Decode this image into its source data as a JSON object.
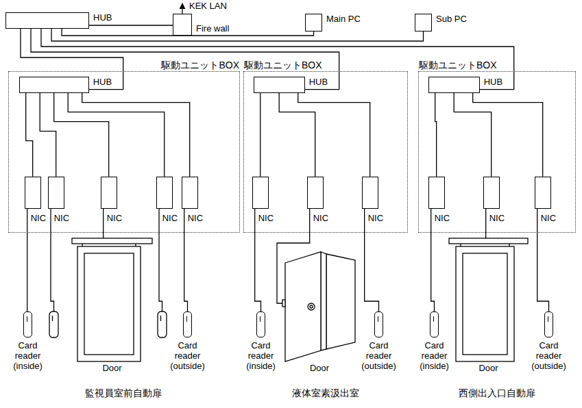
{
  "diagram": {
    "nodes": [
      {
        "text": [
          "HUB"
        ]
      },
      {
        "text": [
          "Fire wall"
        ]
      },
      {
        "text": [
          "Main PC"
        ]
      },
      {
        "text": [
          "Sub PC"
        ]
      },
      {
        "text": [
          "駆動ユニットBOX"
        ]
      },
      {
        "text": [
          "HUB"
        ],
        "in": 4
      },
      {
        "text": [
          "NIC"
        ],
        "in": 4
      },
      {
        "text": [
          "NIC"
        ],
        "in": 4
      },
      {
        "text": [
          "NIC"
        ],
        "in": 4
      },
      {
        "text": [
          "NIC"
        ],
        "in": 4
      },
      {
        "text": [
          "NIC"
        ],
        "in": 4
      },
      {
        "text": [
          "Card reader (inside)"
        ]
      },
      {
        "text": [
          "Door"
        ]
      },
      {
        "text": [
          "Card reader (outside)"
        ]
      },
      {
        "text": [
          "駆動ユニットBOX"
        ]
      },
      {
        "text": [
          "HUB"
        ],
        "in": 14
      },
      {
        "text": [
          "NIC"
        ],
        "in": 14
      },
      {
        "text": [
          "NIC"
        ],
        "in": 14
      },
      {
        "text": [
          "NIC"
        ],
        "in": 14
      },
      {
        "text": [
          "Card reader (inside)"
        ]
      },
      {
        "text": [
          "Door"
        ]
      },
      {
        "text": [
          "Card reader (outside)"
        ]
      },
      {
        "text": [
          "駆動ユニットBOX"
        ]
      },
      {
        "text": [
          "HUB"
        ],
        "in": 22
      },
      {
        "text": [
          "NIC"
        ],
        "in": 22
      },
      {
        "text": [
          "NIC"
        ],
        "in": 22
      },
      {
        "text": [
          "NIC"
        ],
        "in": 22
      },
      {
        "text": [
          "Card reader (inside)"
        ]
      },
      {
        "text": [
          "Door"
        ]
      },
      {
        "text": [
          "Card reader (outside)"
        ]
      }
    ],
    "edges": [
      {
        "from": 0,
        "to": 1,
        "arrow": "none"
      },
      {
        "from": 0,
        "to": 2,
        "arrow": "none"
      },
      {
        "from": 0,
        "to": 3,
        "arrow": "none"
      },
      {
        "from": 0,
        "to": 5,
        "arrow": "none"
      },
      {
        "from": 0,
        "to": 15,
        "arrow": "none"
      },
      {
        "from": 0,
        "to": 23,
        "arrow": "none"
      },
      {
        "from": 5,
        "to": 6,
        "arrow": "none"
      },
      {
        "from": 5,
        "to": 7,
        "arrow": "none"
      },
      {
        "from": 5,
        "to": 8,
        "arrow": "none"
      },
      {
        "from": 5,
        "to": 9,
        "arrow": "none"
      },
      {
        "from": 5,
        "to": 10,
        "arrow": "none"
      },
      {
        "from": 6,
        "to": 11,
        "arrow": "none"
      },
      {
        "from": 8,
        "to": 12,
        "arrow": "none"
      },
      {
        "from": 10,
        "to": 13,
        "arrow": "none"
      },
      {
        "from": 15,
        "to": 16,
        "arrow": "none"
      },
      {
        "from": 15,
        "to": 17,
        "arrow": "none"
      },
      {
        "from": 15,
        "to": 18,
        "arrow": "none"
      },
      {
        "from": 16,
        "to": 19,
        "arrow": "none"
      },
      {
        "from": 17,
        "to": 20,
        "arrow": "none"
      },
      {
        "from": 18,
        "to": 21,
        "arrow": "none"
      },
      {
        "from": 23,
        "to": 24,
        "arrow": "none"
      },
      {
        "from": 23,
        "to": 25,
        "arrow": "none"
      },
      {
        "from": 23,
        "to": 26,
        "arrow": "none"
      },
      {
        "from": 24,
        "to": 27,
        "arrow": "none"
      },
      {
        "from": 25,
        "to": 28,
        "arrow": "none"
      },
      {
        "from": 26,
        "to": 29,
        "arrow": "none"
      }
    ],
    "labels": [
      "KEK LAN",
      "監視員室前自動扉",
      "液体室素汲出室",
      "西側出入口自動扉"
    ]
  }
}
